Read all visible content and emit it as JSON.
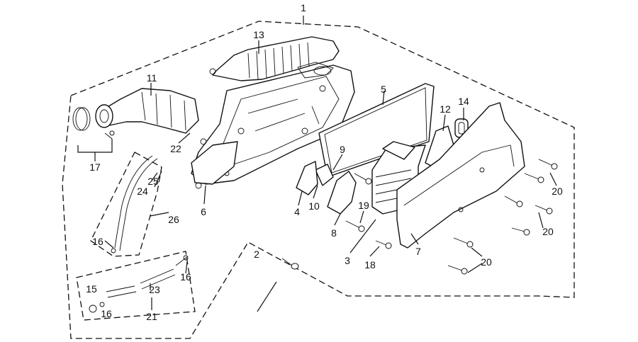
{
  "callouts": [
    {
      "id": "c1",
      "text": "1"
    },
    {
      "id": "c2",
      "text": "2"
    },
    {
      "id": "c3",
      "text": "3"
    },
    {
      "id": "c4",
      "text": "4"
    },
    {
      "id": "c5",
      "text": "5"
    },
    {
      "id": "c6",
      "text": "6"
    },
    {
      "id": "c7",
      "text": "7"
    },
    {
      "id": "c8",
      "text": "8"
    },
    {
      "id": "c9",
      "text": "9"
    },
    {
      "id": "c10",
      "text": "10"
    },
    {
      "id": "c11",
      "text": "11"
    },
    {
      "id": "c12",
      "text": "12"
    },
    {
      "id": "c13",
      "text": "13"
    },
    {
      "id": "c14",
      "text": "14"
    },
    {
      "id": "c15",
      "text": "15"
    },
    {
      "id": "c16a",
      "text": "16"
    },
    {
      "id": "c16b",
      "text": "16"
    },
    {
      "id": "c16c",
      "text": "16"
    },
    {
      "id": "c17",
      "text": "17"
    },
    {
      "id": "c18",
      "text": "18"
    },
    {
      "id": "c19",
      "text": "19"
    },
    {
      "id": "c20a",
      "text": "20"
    },
    {
      "id": "c20b",
      "text": "20"
    },
    {
      "id": "c20c",
      "text": "20"
    },
    {
      "id": "c21",
      "text": "21"
    },
    {
      "id": "c22",
      "text": "22"
    },
    {
      "id": "c23",
      "text": "23"
    },
    {
      "id": "c24",
      "text": "24"
    },
    {
      "id": "c25",
      "text": "25"
    },
    {
      "id": "c26",
      "text": "26"
    }
  ]
}
